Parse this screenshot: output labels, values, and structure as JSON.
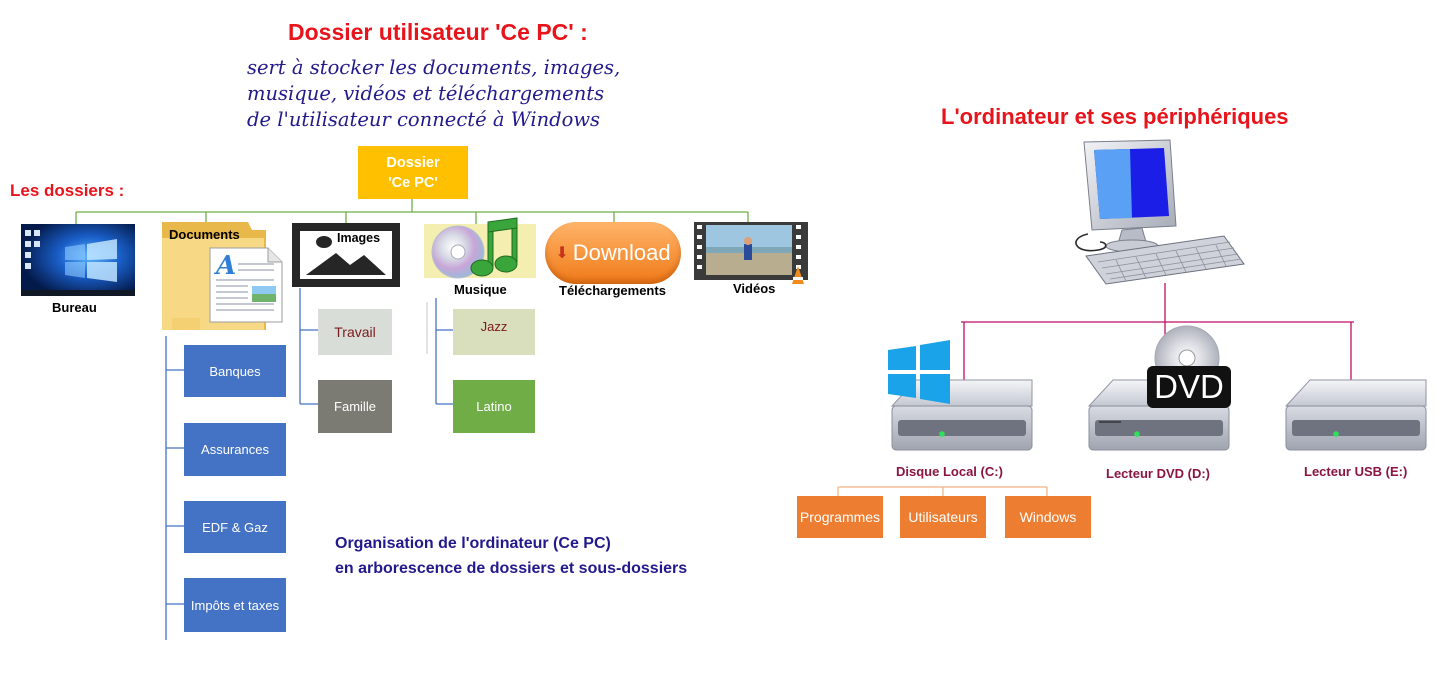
{
  "left": {
    "title": "Dossier utilisateur 'Ce PC' :",
    "subtitle_lines": [
      "sert à stocker les documents, images,",
      "musique, vidéos et téléchargements",
      "de l'utilisateur connecté à Windows"
    ],
    "section_label": "Les dossiers :",
    "root": {
      "line1": "Dossier",
      "line2": "'Ce PC'"
    },
    "folders": {
      "bureau": "Bureau",
      "documents": "Documents",
      "images": "Images",
      "musique": "Musique",
      "telechargements": "Téléchargements",
      "videos": "Vidéos",
      "download_button": "Download"
    },
    "documents_children": [
      "Banques",
      "Assurances",
      "EDF & Gaz",
      "Impôts et taxes"
    ],
    "images_children": [
      "Travail",
      "Famille"
    ],
    "musique_children": [
      "Jazz",
      "Latino"
    ],
    "caption_lines": [
      "Organisation de l'ordinateur (Ce PC)",
      "en arborescence de dossiers et sous-dossiers"
    ]
  },
  "right": {
    "title": "L'ordinateur et ses périphériques",
    "drives": {
      "c": "Disque Local (C:)",
      "d": "Lecteur DVD (D:)",
      "e": "Lecteur USB (E:)",
      "dvd_badge": "DVD"
    },
    "c_children": [
      "Programmes",
      "Utilisateurs",
      "Windows"
    ]
  },
  "colors": {
    "title_red": "#e8141b",
    "script_blue": "#221a8c",
    "root_yellow": "#ffc000",
    "tree_green": "#70ad47",
    "blue_box": "#4472c4",
    "orange_box": "#ed7d31",
    "magenta_line": "#c00f6a",
    "drive_label": "#8b1440"
  }
}
